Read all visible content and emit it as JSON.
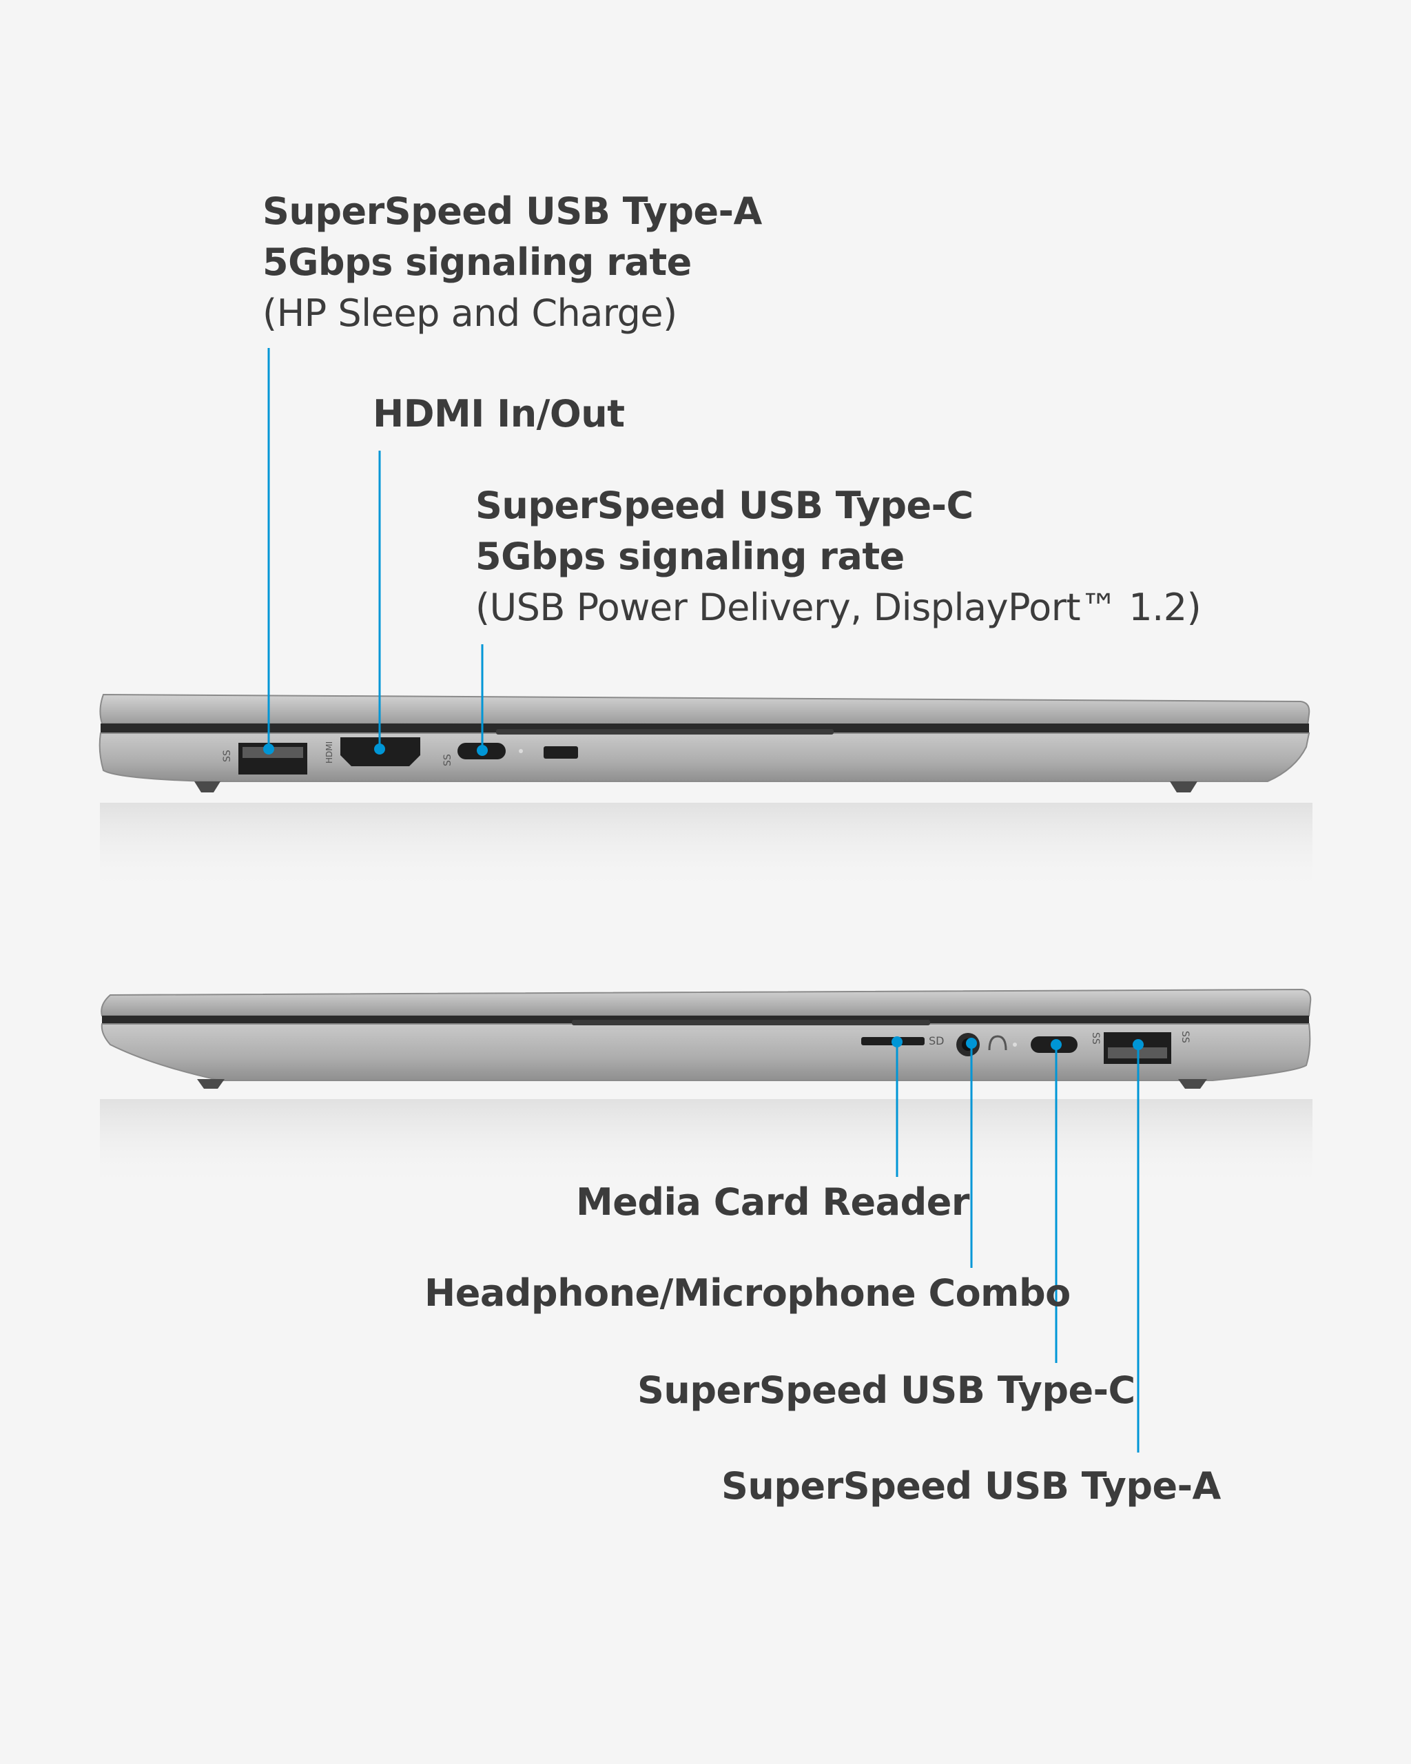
{
  "top_callouts": {
    "usb_a": {
      "title": "SuperSpeed USB Type-A",
      "rate": "5Gbps signaling rate",
      "note": "(HP Sleep and Charge)"
    },
    "hdmi": {
      "title": "HDMI In/Out"
    },
    "usb_c": {
      "title": "SuperSpeed USB Type-C",
      "rate": "5Gbps signaling rate",
      "note": "(USB Power Delivery, DisplayPort™ 1.2)"
    }
  },
  "bottom_callouts": {
    "media_card": {
      "title": "Media Card Reader"
    },
    "audio_combo": {
      "title": "Headphone/Microphone Combo"
    },
    "usb_c": {
      "title": "SuperSpeed USB Type-C"
    },
    "usb_a": {
      "title": "SuperSpeed USB Type-A"
    }
  },
  "port_markings": {
    "ss_usb": "SS",
    "hdmi": "HDMI",
    "sd": "SD"
  },
  "colors": {
    "background": "#f5f5f5",
    "text": "#3c3c3c",
    "callout_line": "#0096d6",
    "chassis": "#b2b2b2",
    "chassis_edge": "#8a8a8a",
    "port": "#1e1e1e"
  }
}
